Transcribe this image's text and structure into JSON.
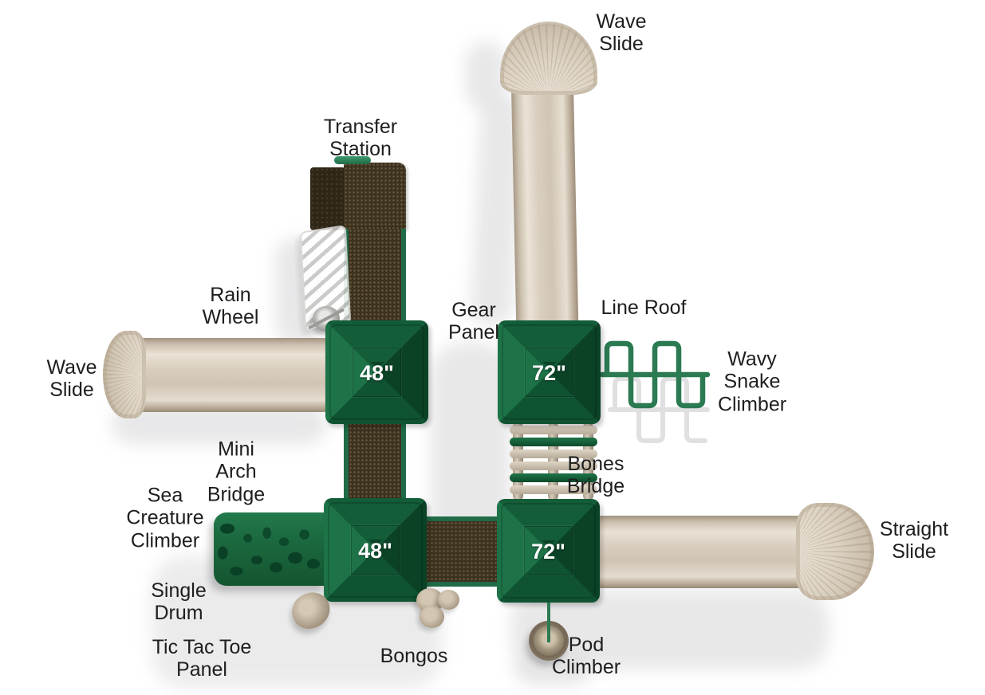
{
  "diagram": {
    "title": "Playground play structure - top view diagram",
    "colors": {
      "background": "#ffffff",
      "deck_green": "#135d39",
      "deck_green_light": "#1d7347",
      "deck_green_dark": "#0b4226",
      "rail_green": "#1f6b47",
      "slide_tan": "#d8cebf",
      "bridge_brown": "#3c321f",
      "bone_tan": "#c9bfae",
      "label_text": "#1e1e1e",
      "deck_label_text": "#ffffff"
    },
    "decks": [
      {
        "id": "deck-48-top",
        "size_label": "48\""
      },
      {
        "id": "deck-72-top",
        "size_label": "72\""
      },
      {
        "id": "deck-48-bottom",
        "size_label": "48\""
      },
      {
        "id": "deck-72-bottom",
        "size_label": "72\""
      }
    ],
    "labels": {
      "wave_slide_top": "Wave\nSlide",
      "transfer_station": "Transfer\nStation",
      "rain_wheel": "Rain\nWheel",
      "gear_panel": "Gear\nPanel",
      "line_roof": "Line Roof",
      "wavy_snake_climber": "Wavy\nSnake\nClimber",
      "wave_slide_left": "Wave\nSlide",
      "mini_arch_bridge": "Mini\nArch\nBridge",
      "bones_bridge": "Bones\nBridge",
      "sea_creature_climber": "Sea\nCreature\nClimber",
      "single_drum": "Single\nDrum",
      "tic_tac_toe_panel": "Tic Tac Toe\nPanel",
      "bongos": "Bongos",
      "pod_climber": "Pod\nClimber",
      "straight_slide": "Straight\nSlide"
    }
  }
}
